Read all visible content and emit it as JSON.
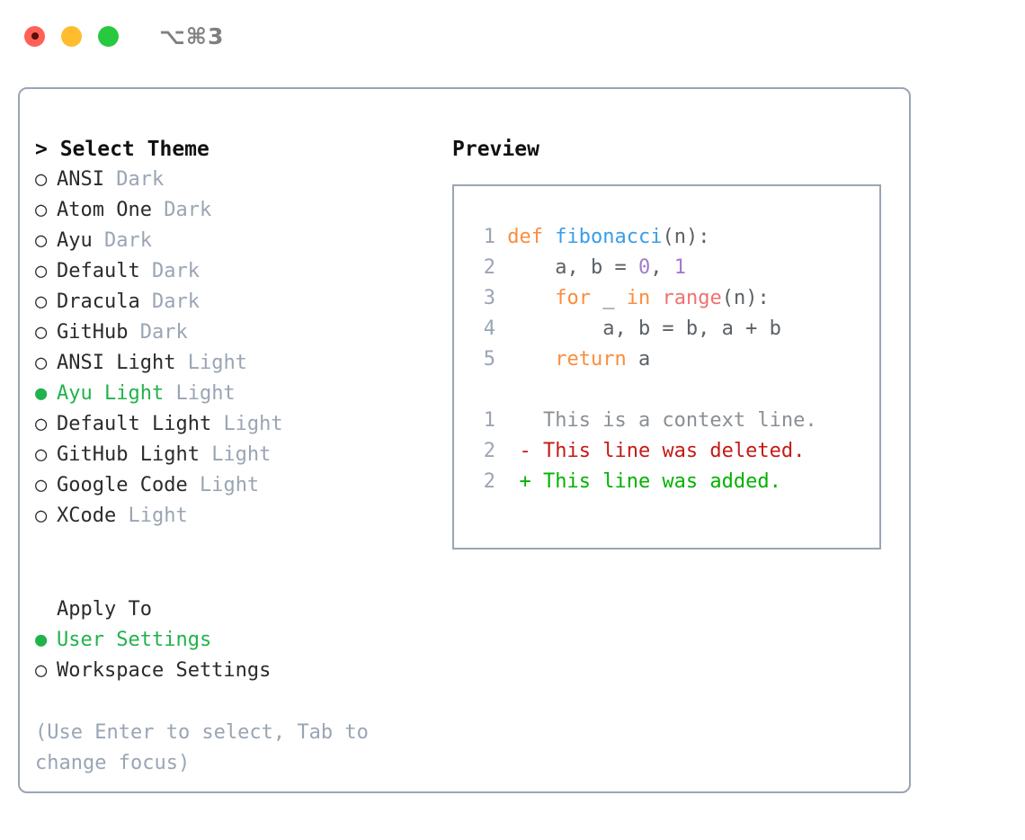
{
  "window": {
    "title": "⌥⌘3",
    "traffic_lights": [
      {
        "name": "close",
        "color": "#ff6058"
      },
      {
        "name": "minimize",
        "color": "#ffbd2e"
      },
      {
        "name": "maximize",
        "color": "#28c940"
      }
    ]
  },
  "theme_picker": {
    "header": "> Select Theme",
    "items": [
      {
        "marker": "○",
        "label": "ANSI",
        "tag": "Dark",
        "selected": false
      },
      {
        "marker": "○",
        "label": "Atom One",
        "tag": "Dark",
        "selected": false
      },
      {
        "marker": "○",
        "label": "Ayu",
        "tag": "Dark",
        "selected": false
      },
      {
        "marker": "○",
        "label": "Default",
        "tag": "Dark",
        "selected": false
      },
      {
        "marker": "○",
        "label": "Dracula",
        "tag": "Dark",
        "selected": false
      },
      {
        "marker": "○",
        "label": "GitHub",
        "tag": "Dark",
        "selected": false
      },
      {
        "marker": "○",
        "label": "ANSI Light",
        "tag": "Light",
        "selected": false
      },
      {
        "marker": "●",
        "label": "Ayu Light",
        "tag": "Light",
        "selected": true
      },
      {
        "marker": "○",
        "label": "Default Light",
        "tag": "Light",
        "selected": false
      },
      {
        "marker": "○",
        "label": "GitHub Light",
        "tag": "Light",
        "selected": false
      },
      {
        "marker": "○",
        "label": "Google Code",
        "tag": "Light",
        "selected": false
      },
      {
        "marker": "○",
        "label": "XCode",
        "tag": "Light",
        "selected": false
      }
    ]
  },
  "apply_to": {
    "header": "Apply To",
    "items": [
      {
        "marker": "●",
        "label": "User Settings",
        "selected": true
      },
      {
        "marker": "○",
        "label": "Workspace Settings",
        "selected": false
      }
    ]
  },
  "hint": "(Use Enter to select, Tab to change focus)",
  "preview": {
    "title": "Preview",
    "code_lines": [
      {
        "num": "1",
        "tokens": [
          {
            "t": "def",
            "c": "kw"
          },
          {
            "t": " ",
            "c": "pl"
          },
          {
            "t": "fibonacci",
            "c": "fn"
          },
          {
            "t": "(n):",
            "c": "pl"
          }
        ]
      },
      {
        "num": "2",
        "tokens": [
          {
            "t": "    a, b = ",
            "c": "pl"
          },
          {
            "t": "0",
            "c": "num"
          },
          {
            "t": ", ",
            "c": "pl"
          },
          {
            "t": "1",
            "c": "num"
          }
        ]
      },
      {
        "num": "3",
        "tokens": [
          {
            "t": "    ",
            "c": "pl"
          },
          {
            "t": "for",
            "c": "kw"
          },
          {
            "t": " _ ",
            "c": "pl"
          },
          {
            "t": "in",
            "c": "kw"
          },
          {
            "t": " ",
            "c": "pl"
          },
          {
            "t": "range",
            "c": "bi"
          },
          {
            "t": "(n):",
            "c": "pl"
          }
        ]
      },
      {
        "num": "4",
        "tokens": [
          {
            "t": "        a, b = b, a + b",
            "c": "pl"
          }
        ]
      },
      {
        "num": "5",
        "tokens": [
          {
            "t": "    ",
            "c": "pl"
          },
          {
            "t": "return",
            "c": "kw"
          },
          {
            "t": " a",
            "c": "pl"
          }
        ]
      }
    ],
    "diff_lines": [
      {
        "num": "1",
        "sign": " ",
        "text": "This is a context line.",
        "kind": "ctx"
      },
      {
        "num": "2",
        "sign": "-",
        "text": "This line was deleted.",
        "kind": "del"
      },
      {
        "num": "2",
        "sign": "+",
        "text": "This line was added.",
        "kind": "add"
      }
    ]
  },
  "colors": {
    "accent_green": "#22b24c",
    "muted": "#9aa5b4",
    "keyword": "#fa8d3e",
    "function": "#399ee6",
    "number": "#a37acc",
    "builtin": "#f07171",
    "diff_deleted": "#c41a16",
    "diff_added": "#00b300",
    "border": "#9aa5b4"
  }
}
